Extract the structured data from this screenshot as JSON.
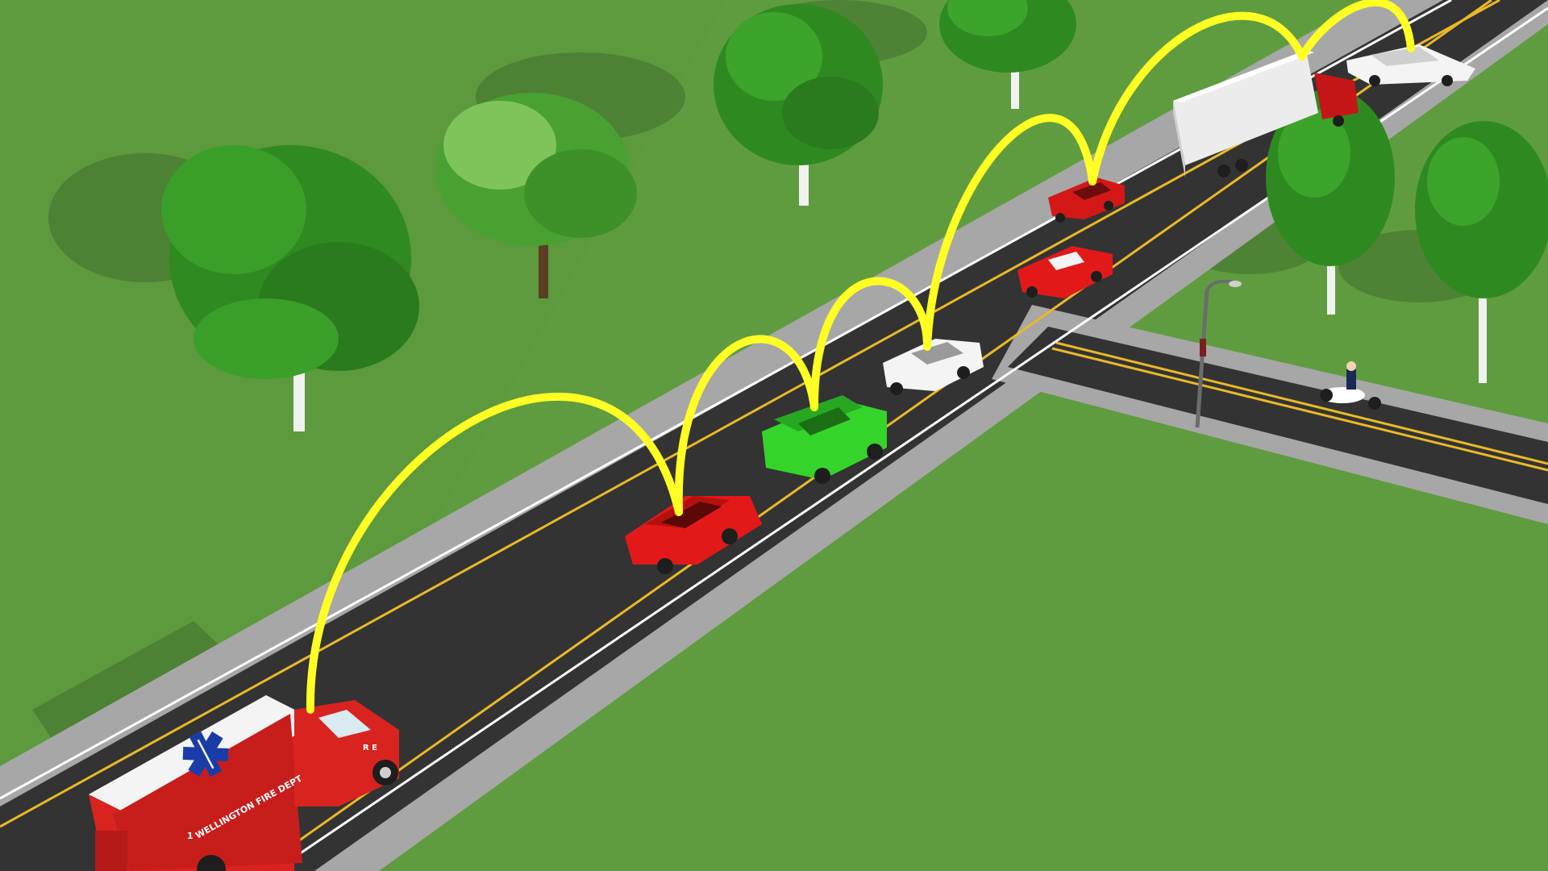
{
  "scene": {
    "colors": {
      "grass": "#5f9c40",
      "grass_dark": "#558f38",
      "asphalt": "#333333",
      "shoulder": "#a7a7a7",
      "lane_white": "#ffffff",
      "lane_yellow": "#e9b928",
      "v2v_arc": "#ffff24",
      "red_vehicle": "#e31919",
      "green_vehicle": "#35d42b",
      "white_vehicle": "#f4f4f4"
    },
    "vehicles": [
      {
        "id": "ambulance",
        "kind": "ambulance",
        "color": "#d8231f"
      },
      {
        "id": "minivan",
        "kind": "car",
        "color": "#e31919"
      },
      {
        "id": "mini",
        "kind": "car",
        "color": "#35d42b"
      },
      {
        "id": "audi",
        "kind": "car",
        "color": "#f4f4f4"
      },
      {
        "id": "sportscar",
        "kind": "car",
        "color": "#e31919"
      },
      {
        "id": "mustang",
        "kind": "car",
        "color": "#d41717"
      },
      {
        "id": "semi-truck",
        "kind": "truck",
        "color": "#ffffff"
      },
      {
        "id": "sedan",
        "kind": "car",
        "color": "#f4f4f4"
      },
      {
        "id": "police-motorcycle",
        "kind": "motorcycle",
        "color": "#ffffff"
      }
    ],
    "ambulance": {
      "side_text": "WELLINGTON FIRE DEPT",
      "grille_text": "R E",
      "unit_text": "1"
    }
  }
}
